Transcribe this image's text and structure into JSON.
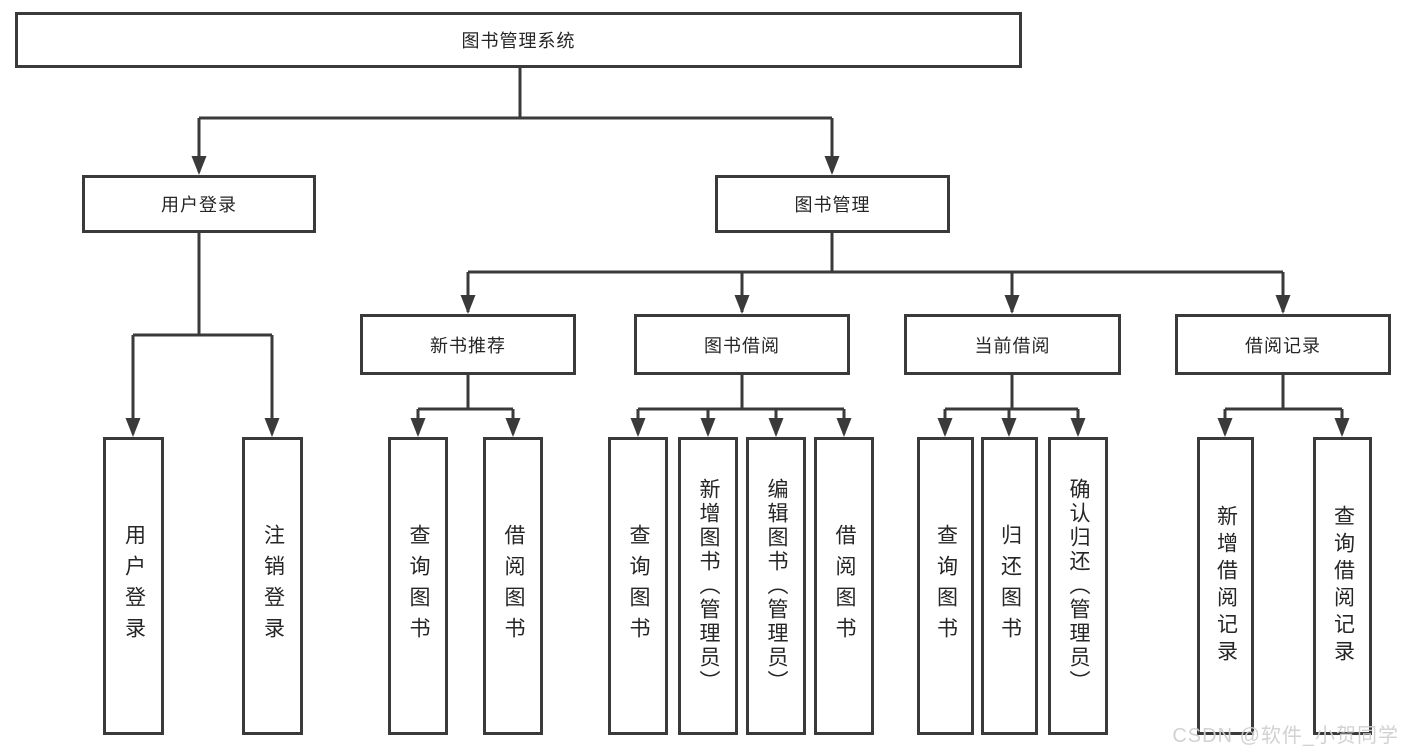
{
  "watermark": "CSDN @软件_小贺同学",
  "diagram": {
    "root": {
      "label": "图书管理系统"
    },
    "level2": [
      {
        "label": "用户登录"
      },
      {
        "label": "图书管理"
      }
    ],
    "level3": [
      {
        "label": "新书推荐"
      },
      {
        "label": "图书借阅"
      },
      {
        "label": "当前借阅"
      },
      {
        "label": "借阅记录"
      }
    ],
    "leaves": {
      "user_login": [
        "用户登录",
        "注销登录"
      ],
      "new_books": [
        "查询图书",
        "借阅图书"
      ],
      "book_borrow": [
        "查询图书",
        "新增图书（管理员）",
        "编辑图书（管理员）",
        "借阅图书"
      ],
      "current_borrow": [
        "查询图书",
        "归还图书",
        "确认归还（管理员）"
      ],
      "borrow_records": [
        "新增借阅记录",
        "查询借阅记录"
      ]
    }
  }
}
